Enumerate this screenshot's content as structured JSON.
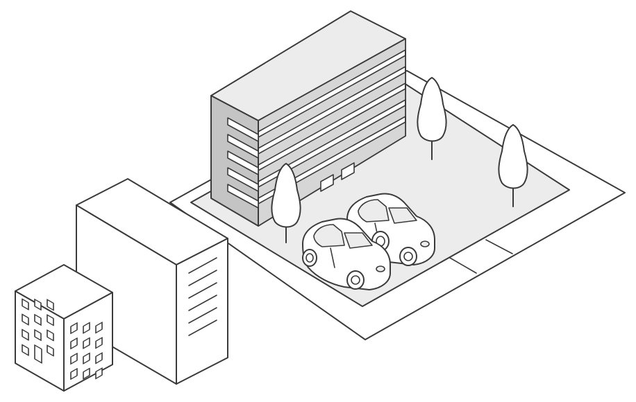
{
  "scene": {
    "subjects": [
      "office-building",
      "parking-lot",
      "trees",
      "cars",
      "tall-building",
      "apartment-building"
    ],
    "tree_count": 3,
    "car_count": 2
  },
  "colors": {
    "background": "#ffffff",
    "stroke": "#3a3a3a",
    "lot_fill": "#ececec",
    "building_front": "#d6d6d6",
    "building_side": "#c4c4c4",
    "white_fill": "#ffffff"
  }
}
